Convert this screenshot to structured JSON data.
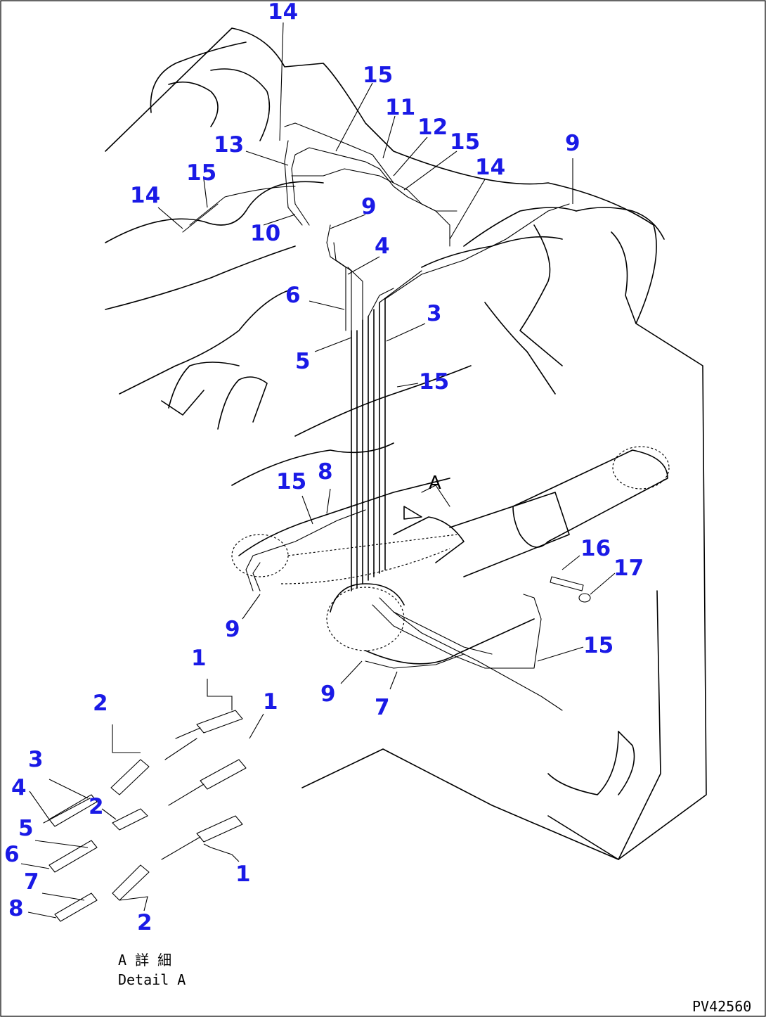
{
  "callouts": [
    {
      "id": "c14a",
      "text": "14"
    },
    {
      "id": "c15a",
      "text": "15"
    },
    {
      "id": "c11",
      "text": "11"
    },
    {
      "id": "c12",
      "text": "12"
    },
    {
      "id": "c15b",
      "text": "15"
    },
    {
      "id": "c13",
      "text": "13"
    },
    {
      "id": "c15c",
      "text": "15"
    },
    {
      "id": "c14b",
      "text": "14"
    },
    {
      "id": "c9a",
      "text": "9"
    },
    {
      "id": "c14c",
      "text": "14"
    },
    {
      "id": "c9b",
      "text": "9"
    },
    {
      "id": "c10",
      "text": "10"
    },
    {
      "id": "c4a",
      "text": "4"
    },
    {
      "id": "c6a",
      "text": "6"
    },
    {
      "id": "c3a",
      "text": "3"
    },
    {
      "id": "c5a",
      "text": "5"
    },
    {
      "id": "c15d",
      "text": "15"
    },
    {
      "id": "c15e",
      "text": "15"
    },
    {
      "id": "c8a",
      "text": "8"
    },
    {
      "id": "cA",
      "text": "A"
    },
    {
      "id": "c16",
      "text": "16"
    },
    {
      "id": "c17",
      "text": "17"
    },
    {
      "id": "c9c",
      "text": "9"
    },
    {
      "id": "c15f",
      "text": "15"
    },
    {
      "id": "c9d",
      "text": "9"
    },
    {
      "id": "c7a",
      "text": "7"
    },
    {
      "id": "c1a",
      "text": "1"
    },
    {
      "id": "c1b",
      "text": "1"
    },
    {
      "id": "c2a",
      "text": "2"
    },
    {
      "id": "c3b",
      "text": "3"
    },
    {
      "id": "c4b",
      "text": "4"
    },
    {
      "id": "c2b",
      "text": "2"
    },
    {
      "id": "c5b",
      "text": "5"
    },
    {
      "id": "c6b",
      "text": "6"
    },
    {
      "id": "c7b",
      "text": "7"
    },
    {
      "id": "c8b",
      "text": "8"
    },
    {
      "id": "c1c",
      "text": "1"
    },
    {
      "id": "c2c",
      "text": "2"
    }
  ],
  "detail": {
    "japanese": "A 詳 細",
    "english": "Detail A"
  },
  "drawing_code": "PV42560"
}
